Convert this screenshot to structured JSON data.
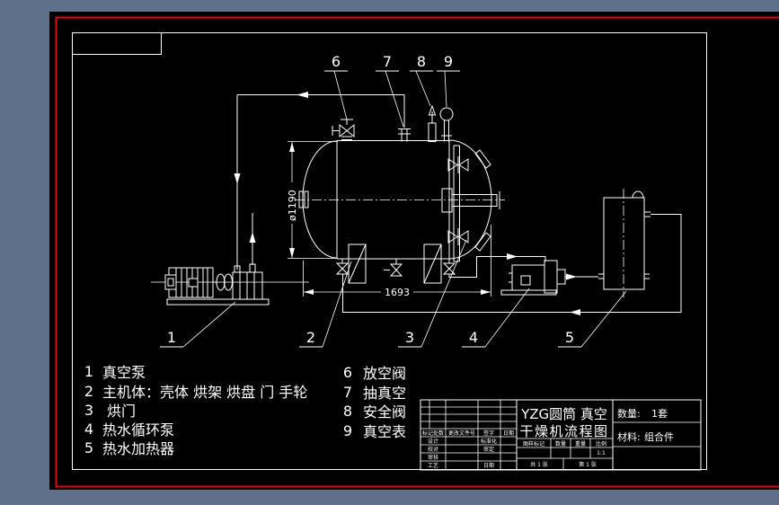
{
  "colors": {
    "desktop_background": "#8a9ab0",
    "canvas_background": "#000000",
    "line": "#ffffff",
    "sheet_border": "#e30613"
  },
  "drawing": {
    "callouts": {
      "c1": "1",
      "c2": "2",
      "c3": "3",
      "c4": "4",
      "c5": "5",
      "c6": "6",
      "c7": "7",
      "c8": "8",
      "c9": "9"
    },
    "dimensions": {
      "diameter": "ø1190",
      "length": "1693"
    }
  },
  "legend": {
    "left": [
      {
        "num": "1",
        "label": "真空泵"
      },
      {
        "num": "2",
        "label": "主机体：壳体 烘架 烘盘 门 手轮"
      },
      {
        "num": "3",
        "label": "烘门"
      },
      {
        "num": "4",
        "label": "热水循环泵"
      },
      {
        "num": "5",
        "label": "热水加热器"
      }
    ],
    "right": [
      {
        "num": "6",
        "label": "放空阀"
      },
      {
        "num": "7",
        "label": "抽真空"
      },
      {
        "num": "8",
        "label": "安全阀"
      },
      {
        "num": "9",
        "label": "真空表"
      }
    ]
  },
  "title_block": {
    "product_line1": "YZG圆筒 真空",
    "product_line2": "干燥机流程图",
    "quantity_label": "数量:",
    "quantity_value": "1套",
    "material_label": "材料:",
    "material_value": "组合件",
    "revision_headers": [
      "标记处数",
      "更改文件号",
      "签字",
      "日期"
    ],
    "roles": {
      "design": "设计",
      "standardization": "标准化",
      "check": "校对",
      "approval": "审定",
      "review": "审核",
      "process": "工艺",
      "date": "日期"
    },
    "spec_headers": [
      "图样标记",
      "数量",
      "重量",
      "比例"
    ],
    "scale_value": "1:1",
    "sheet_total": "共 1 张",
    "sheet_number": "第 1 张"
  }
}
